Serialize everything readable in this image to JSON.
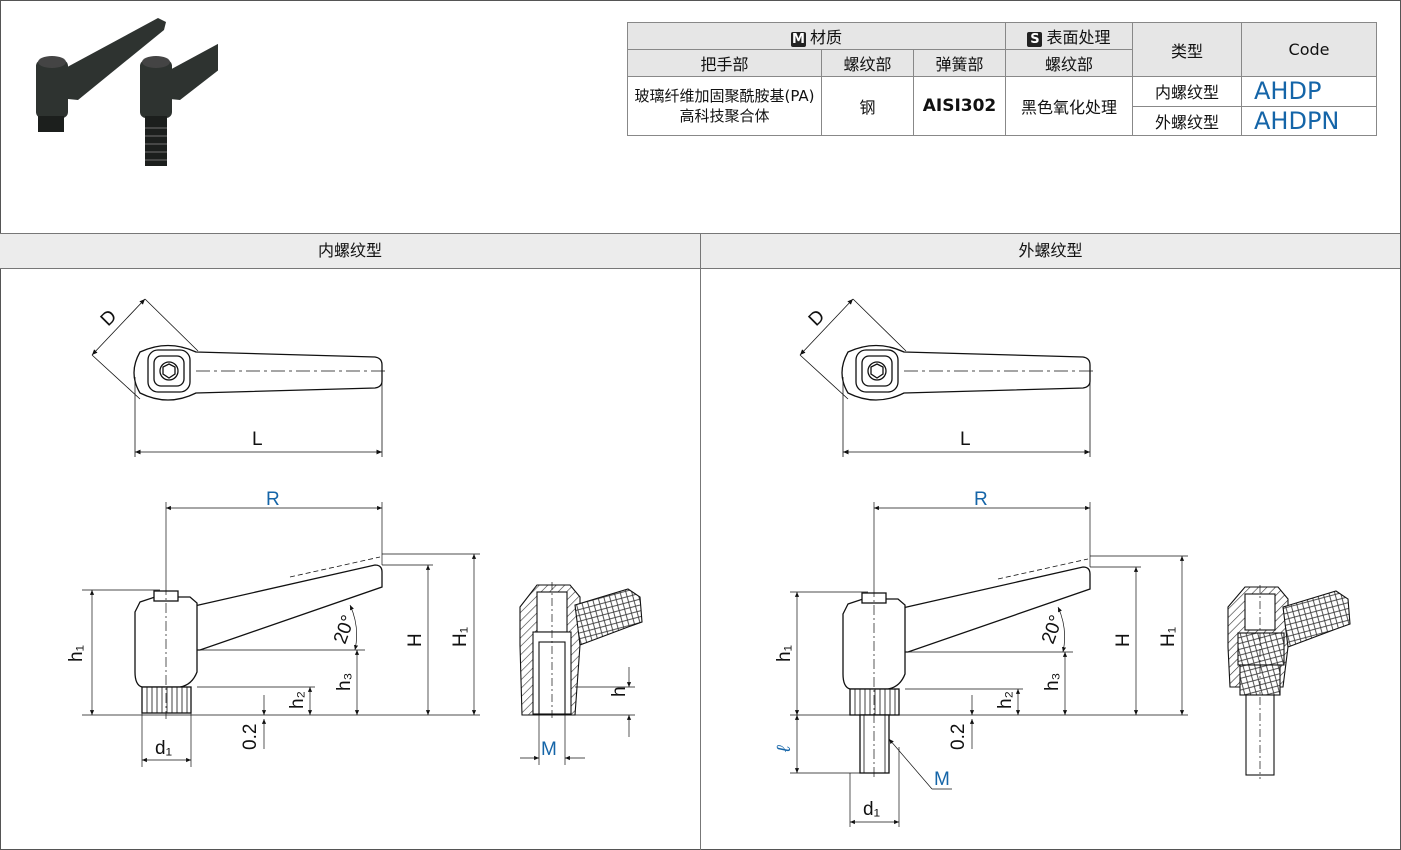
{
  "table": {
    "material_group": "材质",
    "material_marker": "M",
    "surface_group": "表面处理",
    "surface_marker": "S",
    "type_header": "类型",
    "code_header": "Code",
    "col_handle": "把手部",
    "col_thread": "螺纹部",
    "col_spring": "弹簧部",
    "col_surface_thread": "螺纹部",
    "handle_material_line1": "玻璃纤维加固聚酰胺基(PA)",
    "handle_material_line2": "高科技聚合体",
    "thread_material": "钢",
    "spring_material": "AISI302",
    "surface_treatment": "黑色氧化处理",
    "rows": [
      {
        "type": "内螺纹型",
        "code": "AHDP"
      },
      {
        "type": "外螺纹型",
        "code": "AHDPN"
      }
    ]
  },
  "sections": {
    "left_title": "内螺纹型",
    "right_title": "外螺纹型"
  },
  "dims": {
    "D": "D",
    "L": "L",
    "R": "R",
    "H": "H",
    "H1": "H₁",
    "h1": "h₁",
    "h2": "h₂",
    "h3": "h₃",
    "h": "h",
    "d1": "d₁",
    "angle": "20°",
    "gap": "0.2",
    "M": "M",
    "ell": "ℓ"
  },
  "colors": {
    "code_blue": "#1565a8",
    "header_gray": "#e6e6e6"
  }
}
